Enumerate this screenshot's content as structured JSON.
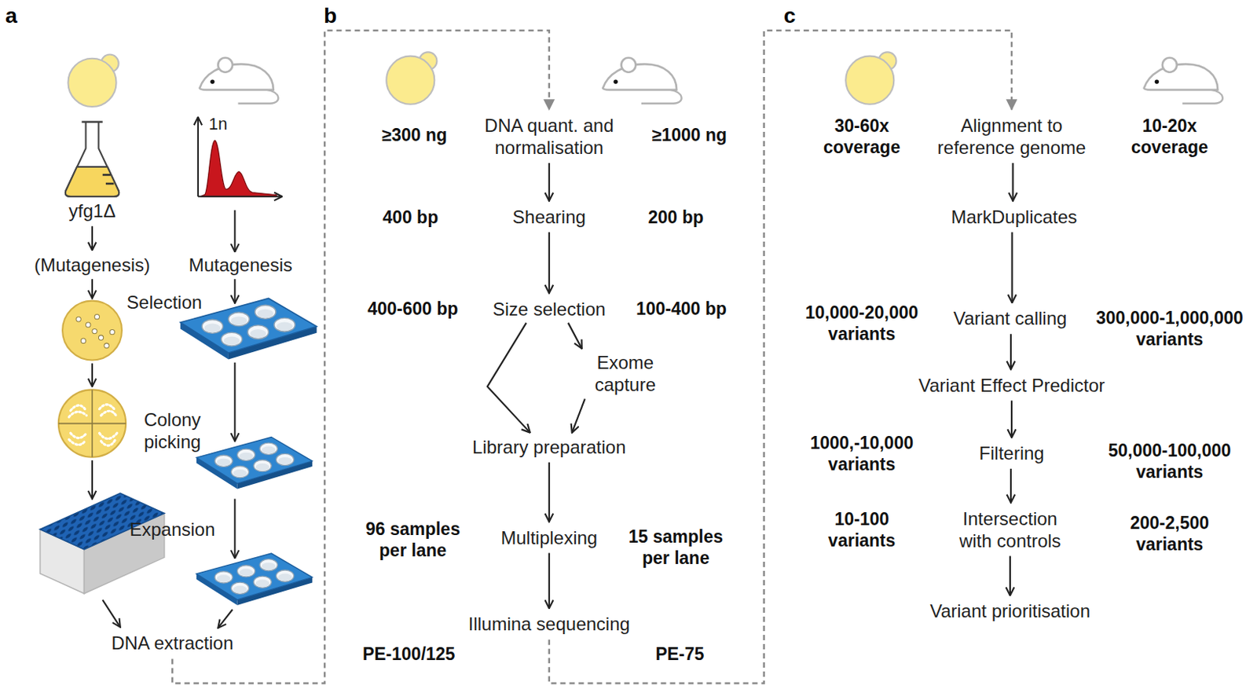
{
  "diagram": {
    "nodes": [
      {
        "text": [
          "DNA extraction"
        ]
      },
      {
        "text": [
          "DNA quant. and normalisation"
        ]
      },
      {
        "text": [
          "Shearing"
        ]
      },
      {
        "text": [
          "Size selection"
        ]
      },
      {
        "text": [
          "Exome capture"
        ]
      },
      {
        "text": [
          "Library preparation"
        ]
      },
      {
        "text": [
          "Multiplexing"
        ]
      },
      {
        "text": [
          "Illumina sequencing"
        ]
      },
      {
        "text": [
          "Alignment to reference genome"
        ]
      },
      {
        "text": [
          "MarkDuplicates"
        ]
      },
      {
        "text": [
          "Variant calling"
        ]
      },
      {
        "text": [
          "Variant Effect Predictor"
        ]
      },
      {
        "text": [
          "Filtering"
        ]
      },
      {
        "text": [
          "Intersection with controls"
        ]
      },
      {
        "text": [
          "Variant prioritisation"
        ]
      }
    ],
    "edges": [
      {
        "from": 0,
        "to": 1,
        "arrow": "to"
      },
      {
        "from": 1,
        "to": 2,
        "arrow": "to"
      },
      {
        "from": 2,
        "to": 3,
        "arrow": "to"
      },
      {
        "from": 3,
        "to": 5,
        "arrow": "to"
      },
      {
        "from": 3,
        "to": 4,
        "arrow": "to"
      },
      {
        "from": 4,
        "to": 5,
        "arrow": "to"
      },
      {
        "from": 5,
        "to": 6,
        "arrow": "to"
      },
      {
        "from": 6,
        "to": 7,
        "arrow": "to"
      },
      {
        "from": 7,
        "to": 8,
        "arrow": "to"
      },
      {
        "from": 8,
        "to": 9,
        "arrow": "to"
      },
      {
        "from": 9,
        "to": 10,
        "arrow": "to"
      },
      {
        "from": 10,
        "to": 11,
        "arrow": "to"
      },
      {
        "from": 11,
        "to": 12,
        "arrow": "to"
      },
      {
        "from": 12,
        "to": 13,
        "arrow": "to"
      },
      {
        "from": 13,
        "to": 14,
        "arrow": "to"
      }
    ],
    "labels": [
      "a",
      "b",
      "c",
      "yfg1Δ",
      "1n",
      "(Mutagenesis)",
      "Mutagenesis",
      "Selection",
      "Colony picking",
      "Expansion",
      "≥300 ng",
      "≥1000 ng",
      "400 bp",
      "200 bp",
      "400-600 bp",
      "100-400 bp",
      "96 samples per lane",
      "15 samples per lane",
      "PE-100/125",
      "PE-75",
      "30-60x coverage",
      "10-20x coverage",
      "10,000-20,000 variants",
      "300,000-1,000,000 variants",
      "1000,-10,000 variants",
      "50,000-100,000 variants",
      "10-100 variants",
      "200-2,500 variants"
    ]
  }
}
